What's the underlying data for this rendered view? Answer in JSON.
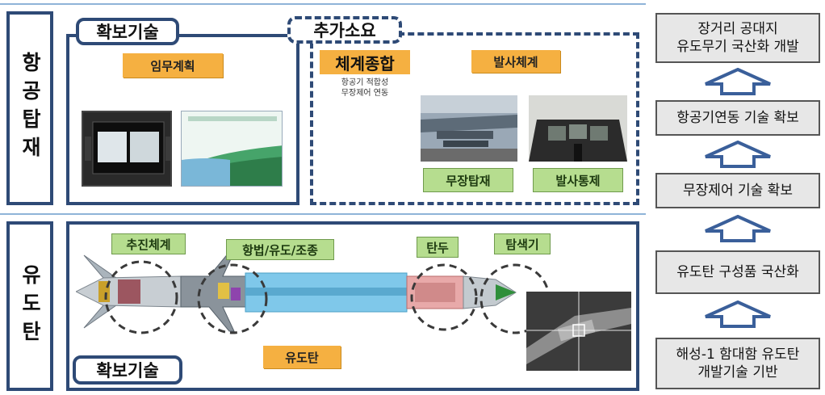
{
  "row_labels": {
    "aircraft": "항공탑재",
    "missile": "유도탄"
  },
  "aircraft_panel": {
    "secured_tab": "확보기술",
    "mission_plan": "임무계획",
    "additional_tab": "추가소요",
    "system_integration": "체계종합",
    "integration_note_1": "항공기 적합성",
    "integration_note_2": "무장제어 연동",
    "launch_system": "발사체계",
    "weapon_loading": "무장탑재",
    "launch_control": "발사통제"
  },
  "missile_panel": {
    "propulsion": "추진체계",
    "navigation": "항법/유도/조종",
    "warhead": "탄두",
    "seeker": "탐색기",
    "missile": "유도탄",
    "secured_tab": "확보기술"
  },
  "roadmap": {
    "goal": [
      "장거리 공대지",
      "유도무기 국산화 개발"
    ],
    "step3": "항공기연동 기술 확보",
    "step2": "무장제어 기술 확보",
    "step1": "유도탄 구성품 국산화",
    "base": [
      "해성-1 함대함 유도탄",
      "개발기술 기반"
    ]
  },
  "colors": {
    "frame": "#2e4a76",
    "orange": "#f5b041",
    "green": "#b6dd8f",
    "step_bg": "#e7e7e7"
  }
}
